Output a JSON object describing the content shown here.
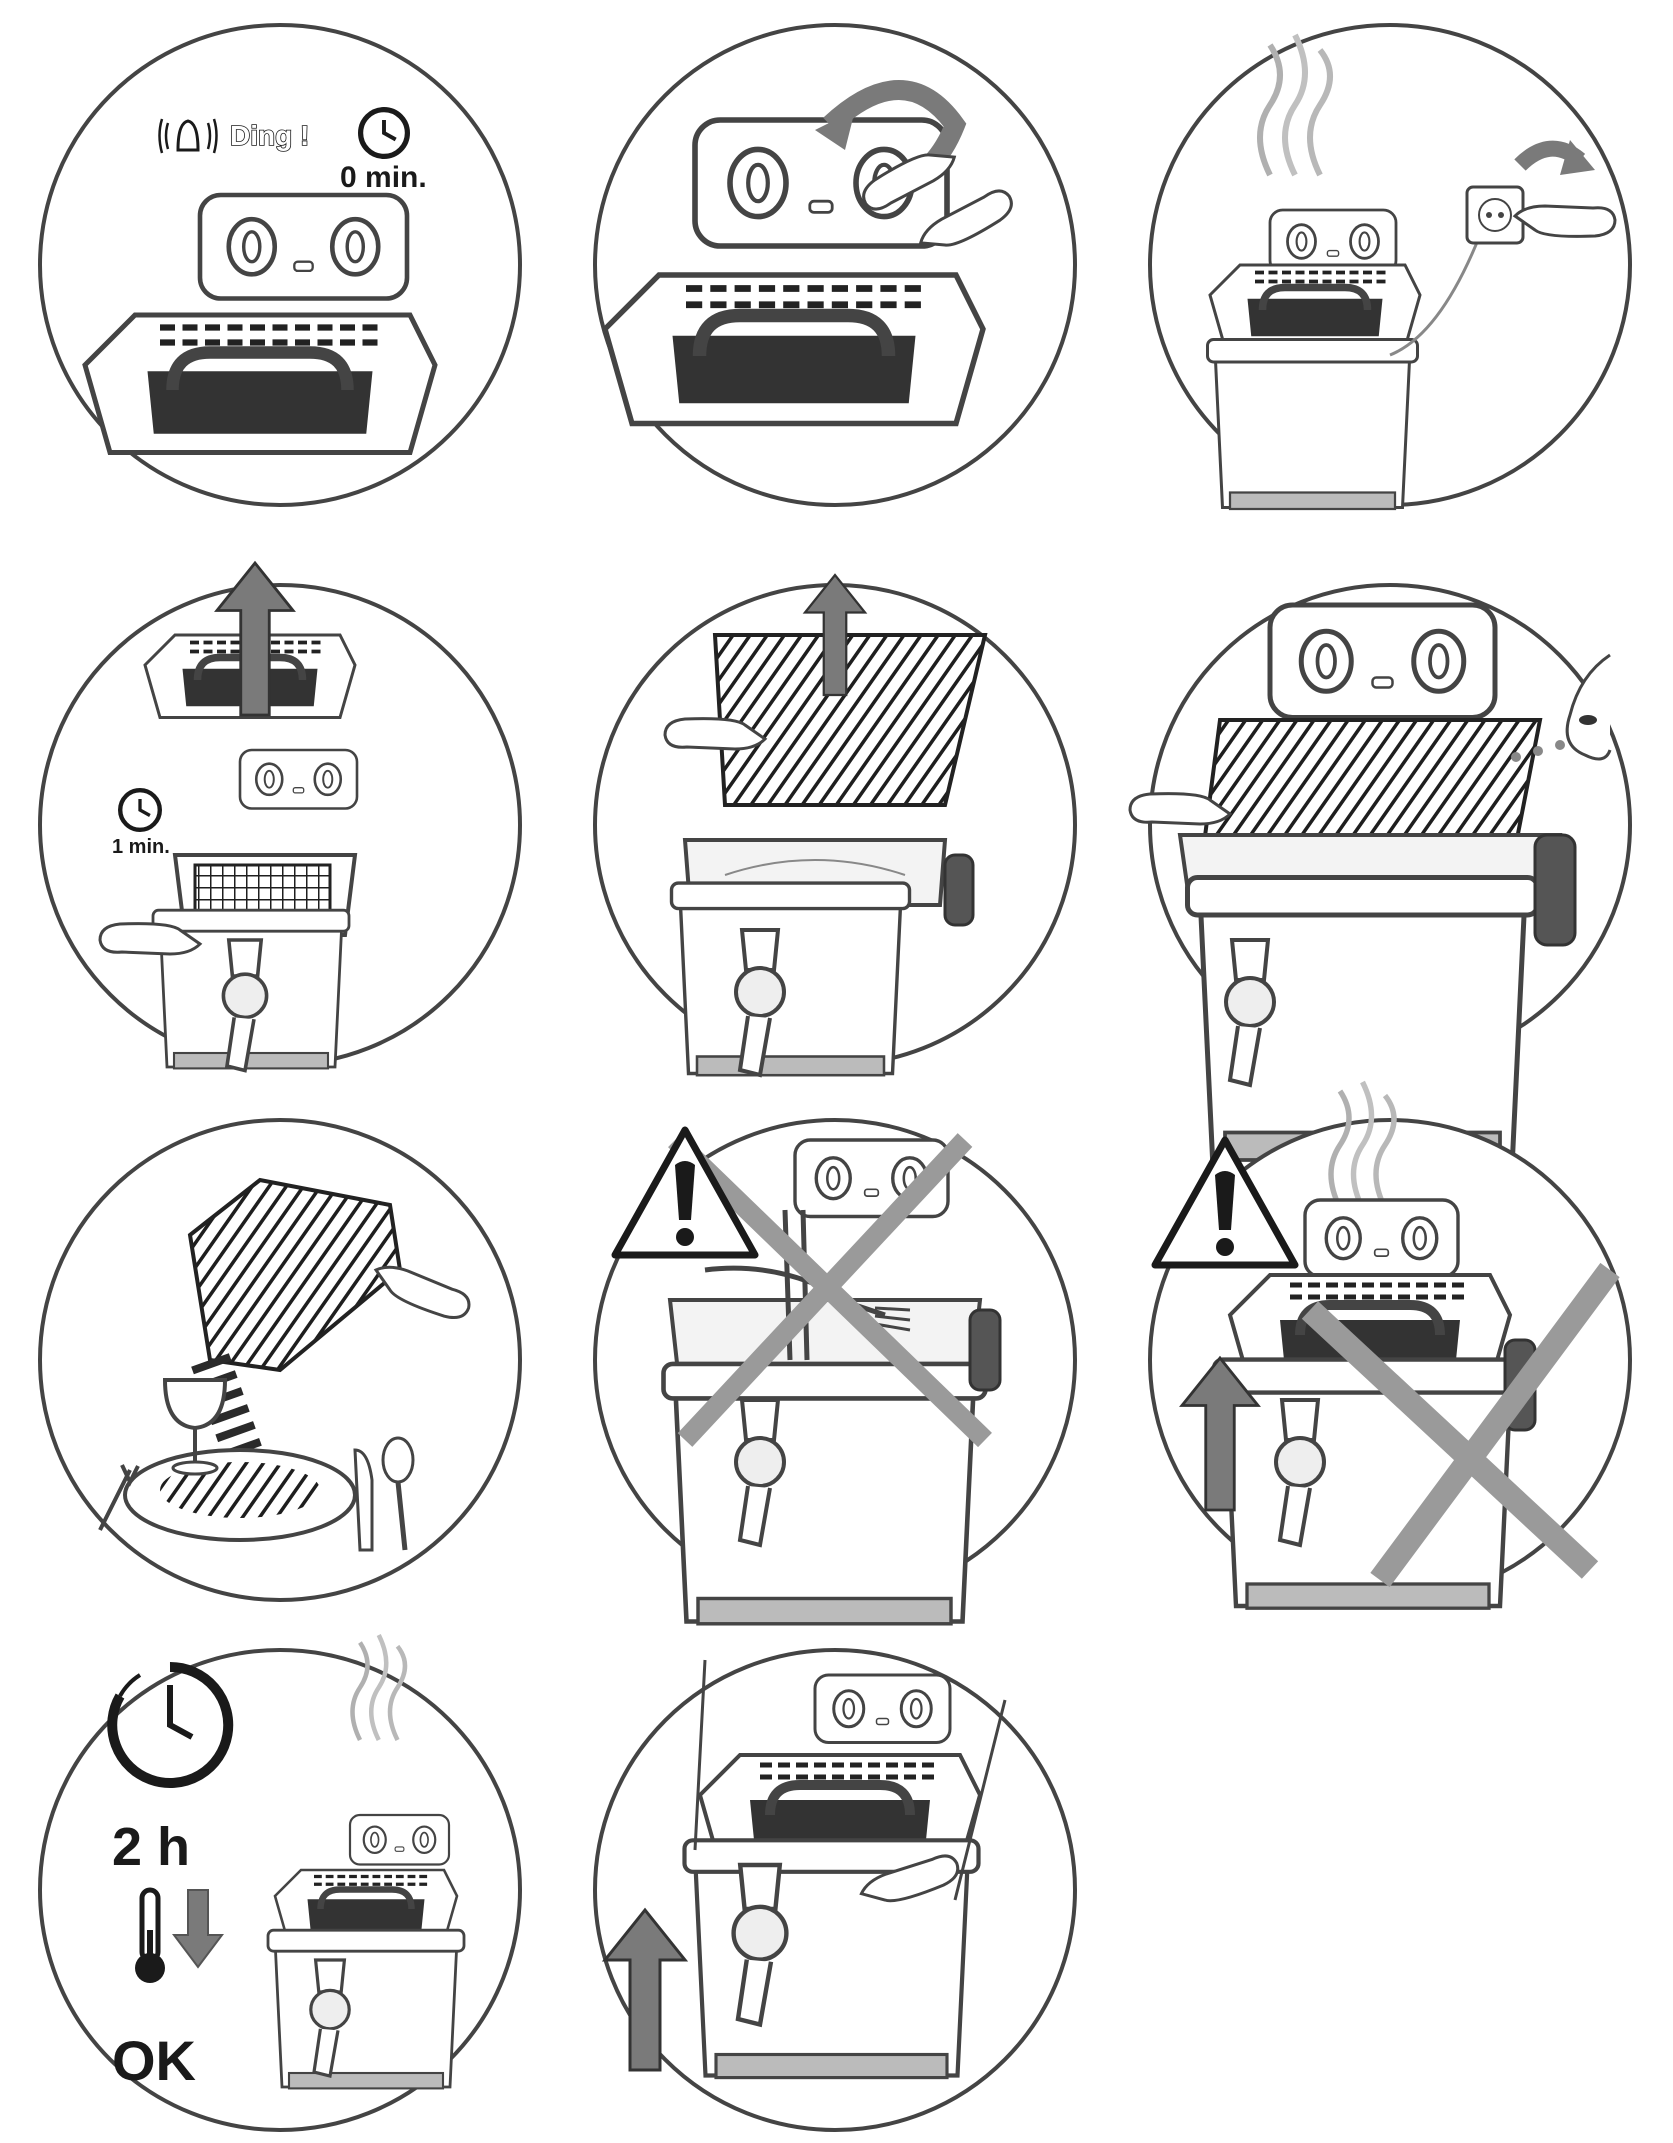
{
  "colors": {
    "ink": "#1a1a1a",
    "outline": "#444444",
    "grey_arrow": "#7a7a7a",
    "grey_cross": "#9a9a9a",
    "basket": "#2a2a2a",
    "steam": "#b0b0b0",
    "window": "#3a3a3a"
  },
  "panels": {
    "p1": {
      "ding_label": "Ding !",
      "timer_label": "0 min.",
      "icons": [
        "bell-icon",
        "clock-icon"
      ]
    },
    "p2": {
      "icons": [
        "rotate-arrow-icon"
      ]
    },
    "p3": {
      "icons": [
        "steam-icon",
        "wall-socket-icon",
        "unplug-arrow-icon"
      ]
    },
    "p4": {
      "timer_label": "1 min.",
      "icons": [
        "up-arrow-icon",
        "clock-icon"
      ]
    },
    "p5": {
      "icons": [
        "up-arrow-icon"
      ]
    },
    "p6": {
      "icons": [
        "eye-icon"
      ]
    },
    "p7": {
      "icons": [
        "wine-glass-icon",
        "plate-icon",
        "fork-icon",
        "knife-icon",
        "spoon-icon"
      ]
    },
    "p8": {
      "icons": [
        "warning-icon",
        "cross-icon",
        "fork-icon"
      ]
    },
    "p9": {
      "icons": [
        "warning-icon",
        "cross-icon",
        "up-arrow-icon",
        "steam-icon"
      ]
    },
    "p10": {
      "duration_label": "2 h",
      "ok_label": "OK",
      "icons": [
        "clock-icon",
        "thermometer-icon",
        "down-arrow-icon",
        "steam-icon"
      ]
    },
    "p11": {
      "icons": [
        "up-arrow-icon"
      ]
    }
  }
}
